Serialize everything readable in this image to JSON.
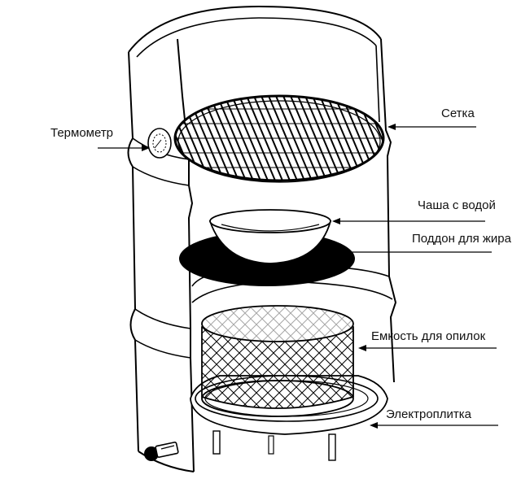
{
  "labels": {
    "thermometer": "Термометр",
    "grate": "Сетка",
    "water_bowl": "Чаша с водой",
    "grease_tray": "Поддон для жира",
    "sawdust_container": "Емкость для опилок",
    "hot_plate": "Электроплитка"
  },
  "colors": {
    "line": "#000000",
    "fill": "#ffffff",
    "tray": "#000000"
  }
}
